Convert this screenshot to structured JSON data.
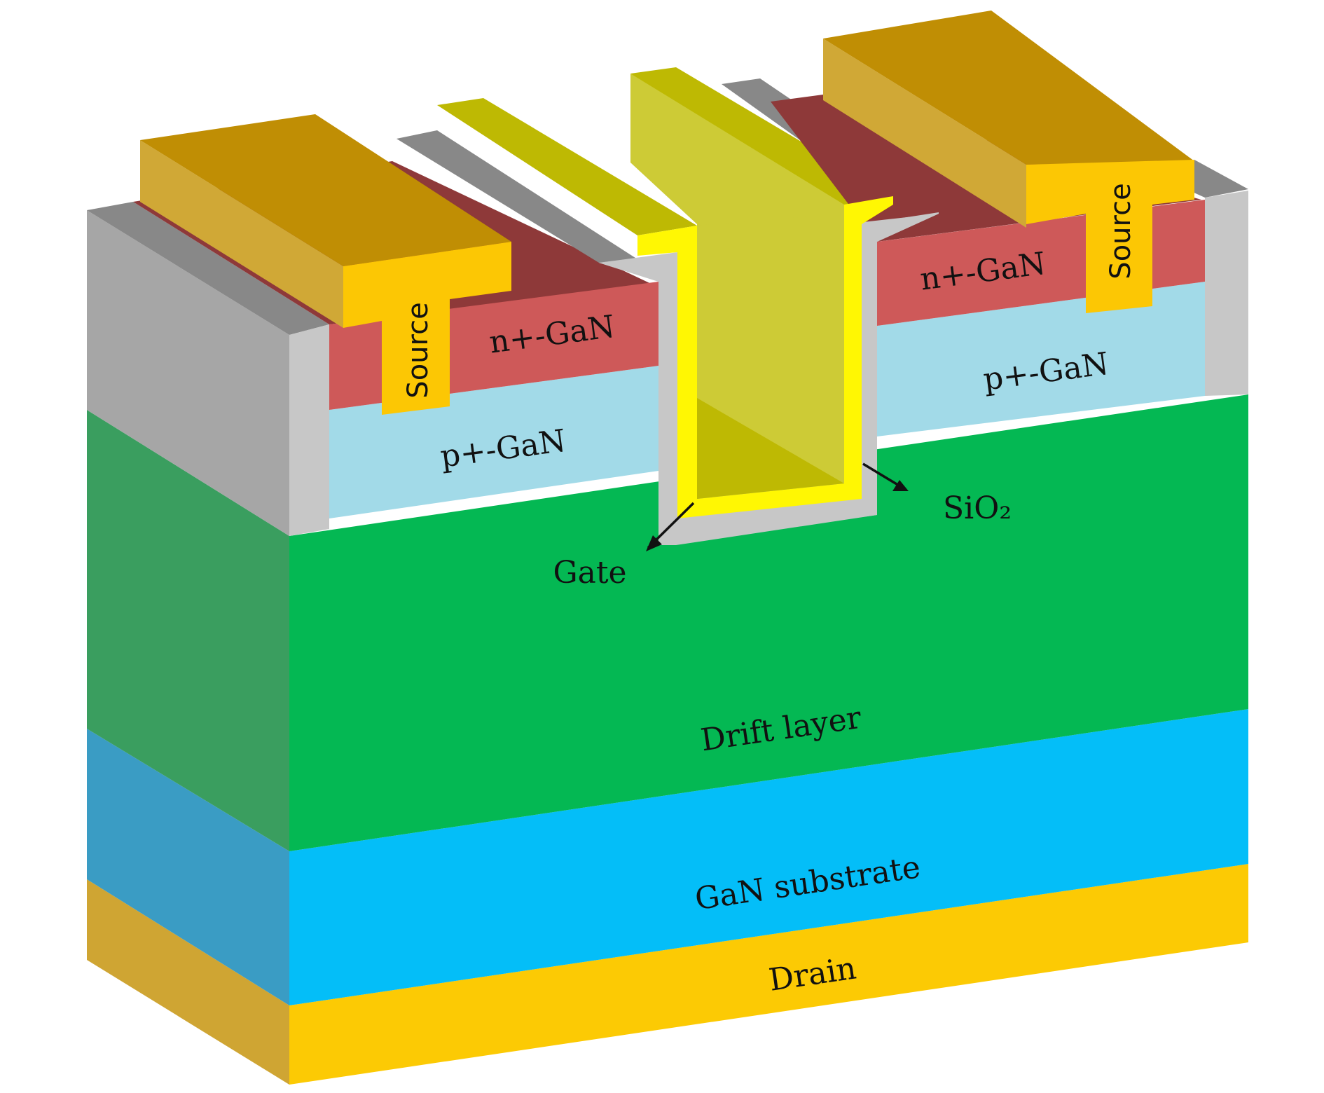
{
  "labels": {
    "source_left": "Source",
    "source_right": "Source",
    "nplus_left": "n+-GaN",
    "nplus_right": "n+-GaN",
    "pplus_left": "p+-GaN",
    "pplus_right": "p+-GaN",
    "gate": "Gate",
    "sio2": "SiO₂",
    "drift": "Drift layer",
    "substrate": "GaN substrate",
    "drain": "Drain"
  },
  "colors": {
    "drift": "#04B853",
    "drift_side": "#3A9E5F",
    "substrate": "#04BEF8",
    "substrate_side": "#3A9CC4",
    "drain": "#FCCA04",
    "drain_side": "#CFA533",
    "source_front": "#FCC704",
    "source_top": "#C08E04",
    "source_side": "#D0A836",
    "nplus_front": "#CE5959",
    "nplus_top": "#8E3939",
    "pplus": "#A2DAE8",
    "oxide_front": "#C7C7C7",
    "oxide_side": "#A6A6A6",
    "oxide_top": "#888888",
    "gate_front": "#FFF703",
    "gate_fill": "#CDCB36",
    "gate_dark": "#BEB903"
  }
}
